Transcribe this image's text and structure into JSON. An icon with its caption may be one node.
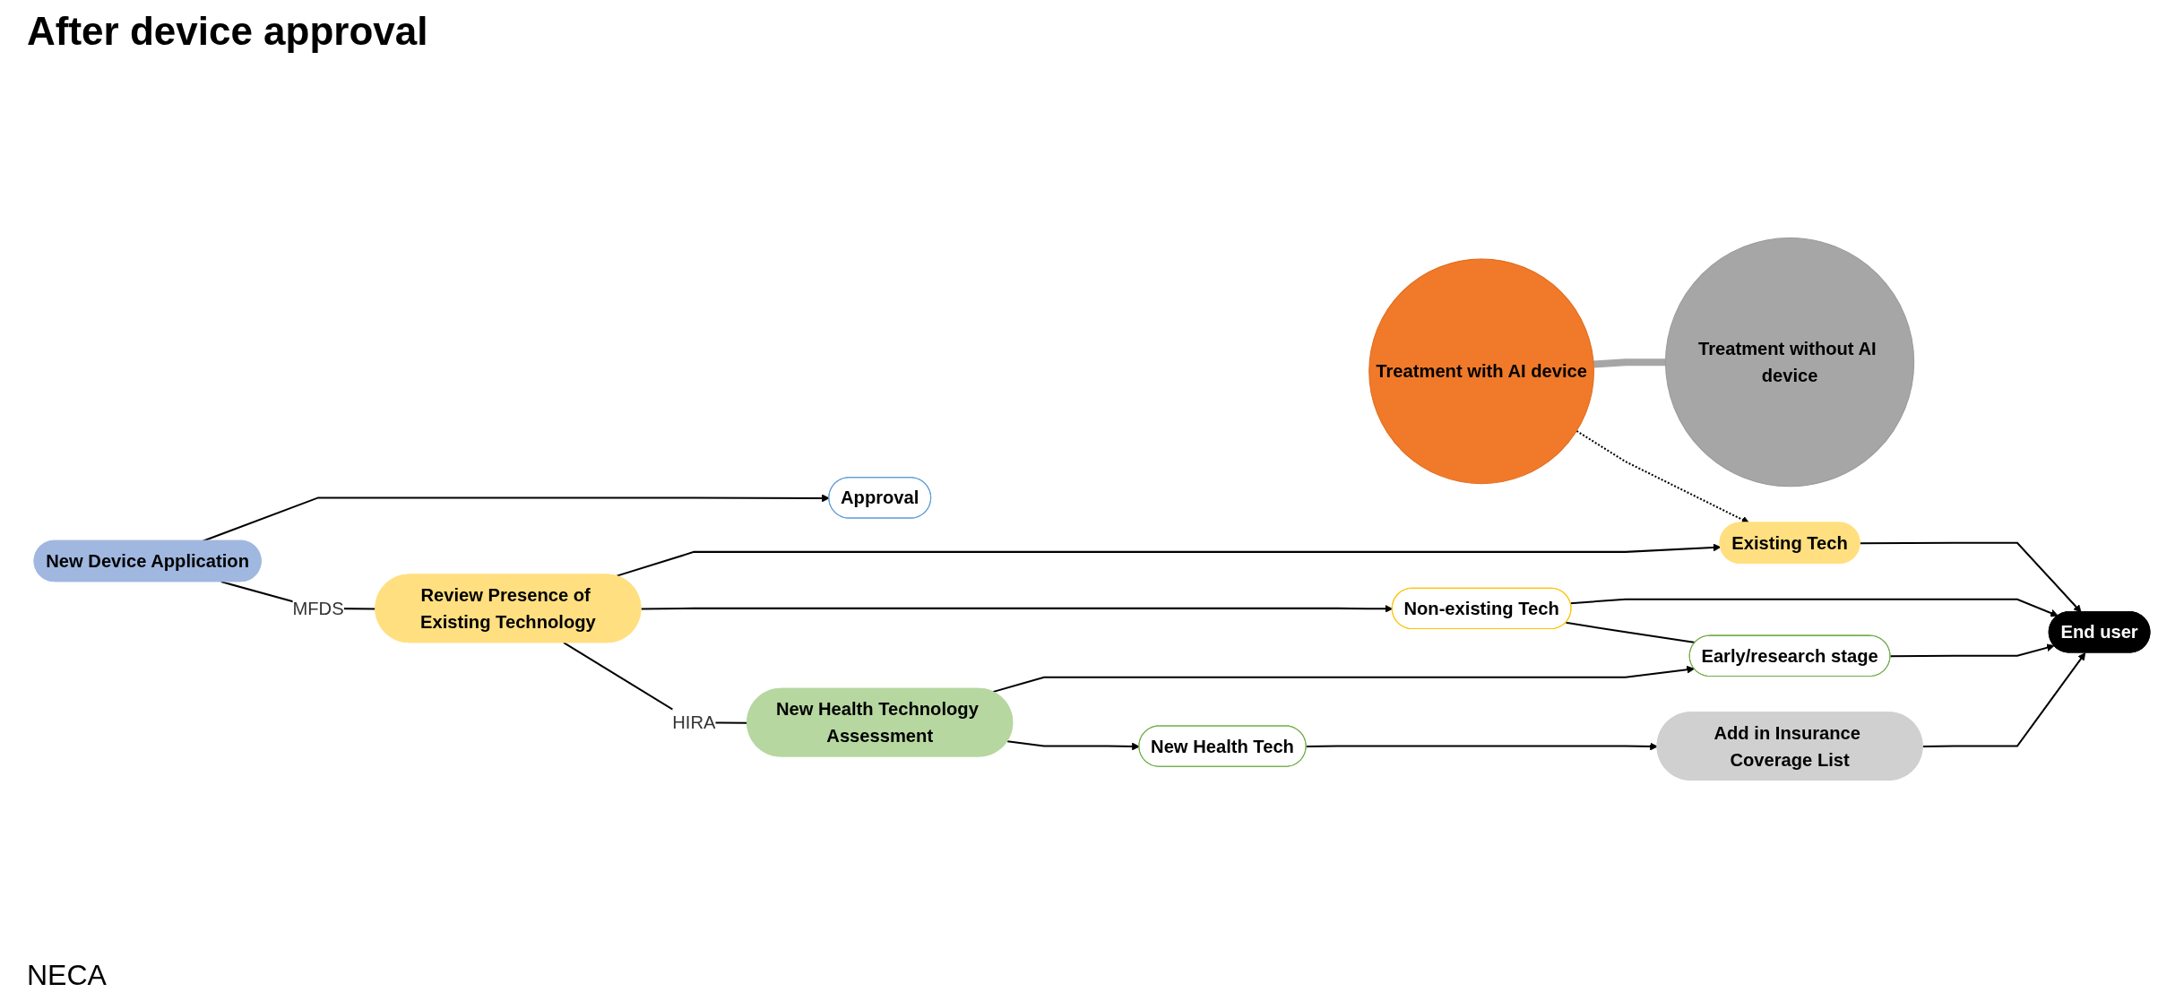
{
  "diagram": {
    "title": "After device approval",
    "nodes": [
      {
        "text": [
          "New Device Application"
        ]
      },
      {
        "text": [
          "Approval"
        ]
      },
      {
        "text": [
          "Treatment with AI device"
        ]
      },
      {
        "text": [
          "Treatment without AI device"
        ]
      },
      {
        "text": [
          "Review Presence of Existing Technology"
        ]
      },
      {
        "text": [
          "Existing Tech"
        ]
      },
      {
        "text": [
          "Non-existing Tech"
        ]
      },
      {
        "text": [
          "End user"
        ]
      },
      {
        "text": [
          "New Health Technology Assessment"
        ]
      },
      {
        "text": [
          "Early/research stage"
        ]
      },
      {
        "text": [
          "New Health Tech"
        ]
      },
      {
        "text": [
          "Add in Insurance Coverage List"
        ]
      }
    ],
    "edges": [
      {
        "from": 0,
        "to": 1,
        "arrow": "to"
      },
      {
        "from": 0,
        "to": 4,
        "arrow": "none",
        "label": "MFDS"
      },
      {
        "from": 2,
        "to": 5,
        "arrow": "to",
        "style": "dashed"
      },
      {
        "from": 2,
        "to": 3,
        "arrow": "none",
        "style": "thick",
        "color": "#a6a6a6"
      },
      {
        "from": 4,
        "to": 5,
        "arrow": "to"
      },
      {
        "from": 4,
        "to": 6,
        "arrow": "to"
      },
      {
        "from": 4,
        "to": 8,
        "arrow": "none",
        "label": "HIRA"
      },
      {
        "from": 5,
        "to": 7,
        "arrow": "to"
      },
      {
        "from": 6,
        "to": 7,
        "arrow": "to"
      },
      {
        "from": 6,
        "to": 9,
        "arrow": "none"
      },
      {
        "from": 9,
        "to": 7,
        "arrow": "to"
      },
      {
        "from": 8,
        "to": 9,
        "arrow": "to"
      },
      {
        "from": 8,
        "to": 10,
        "arrow": "to"
      },
      {
        "from": 10,
        "to": 11,
        "arrow": "to"
      },
      {
        "from": 11,
        "to": 7,
        "arrow": "to"
      }
    ],
    "labels": [
      "NECA"
    ]
  }
}
